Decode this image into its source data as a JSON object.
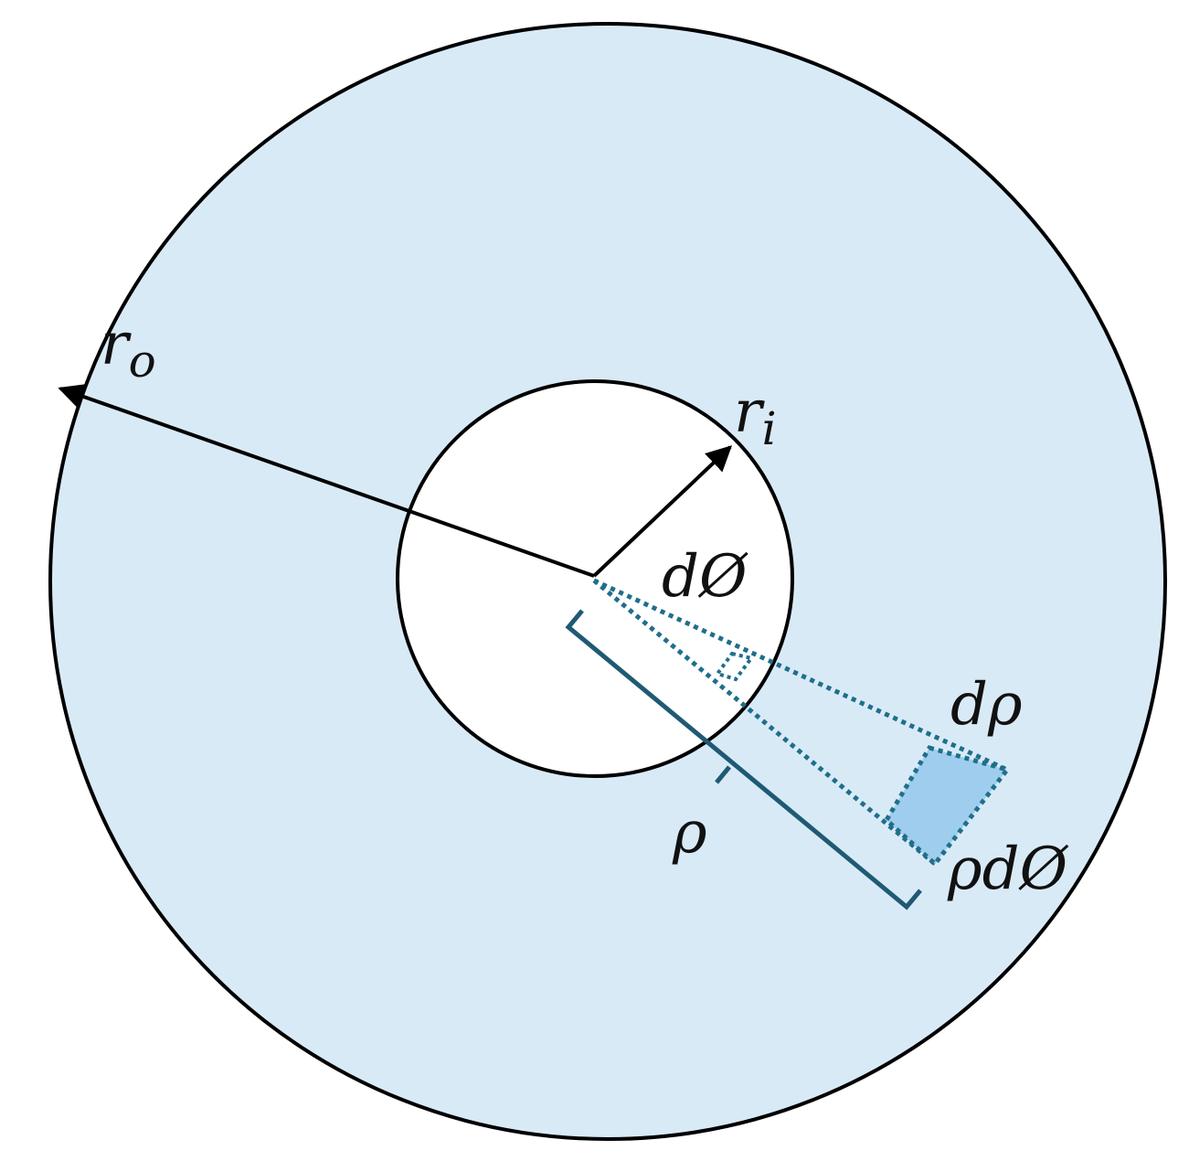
{
  "labels": {
    "outer_radius": {
      "symbol": "r",
      "subscript": "o"
    },
    "inner_radius": {
      "symbol": "r",
      "subscript": "i"
    },
    "angle": "dØ",
    "radial_element": "dρ",
    "arc_element": "ρdØ",
    "radius": "ρ"
  },
  "colors": {
    "disk_fill": "#d9eaf7",
    "hole_fill": "#ffffff",
    "outline": "#000000",
    "element_fill": "#9fcdee",
    "dotted_lines": "#1f6f8b",
    "bracket": "#1f5a73"
  }
}
